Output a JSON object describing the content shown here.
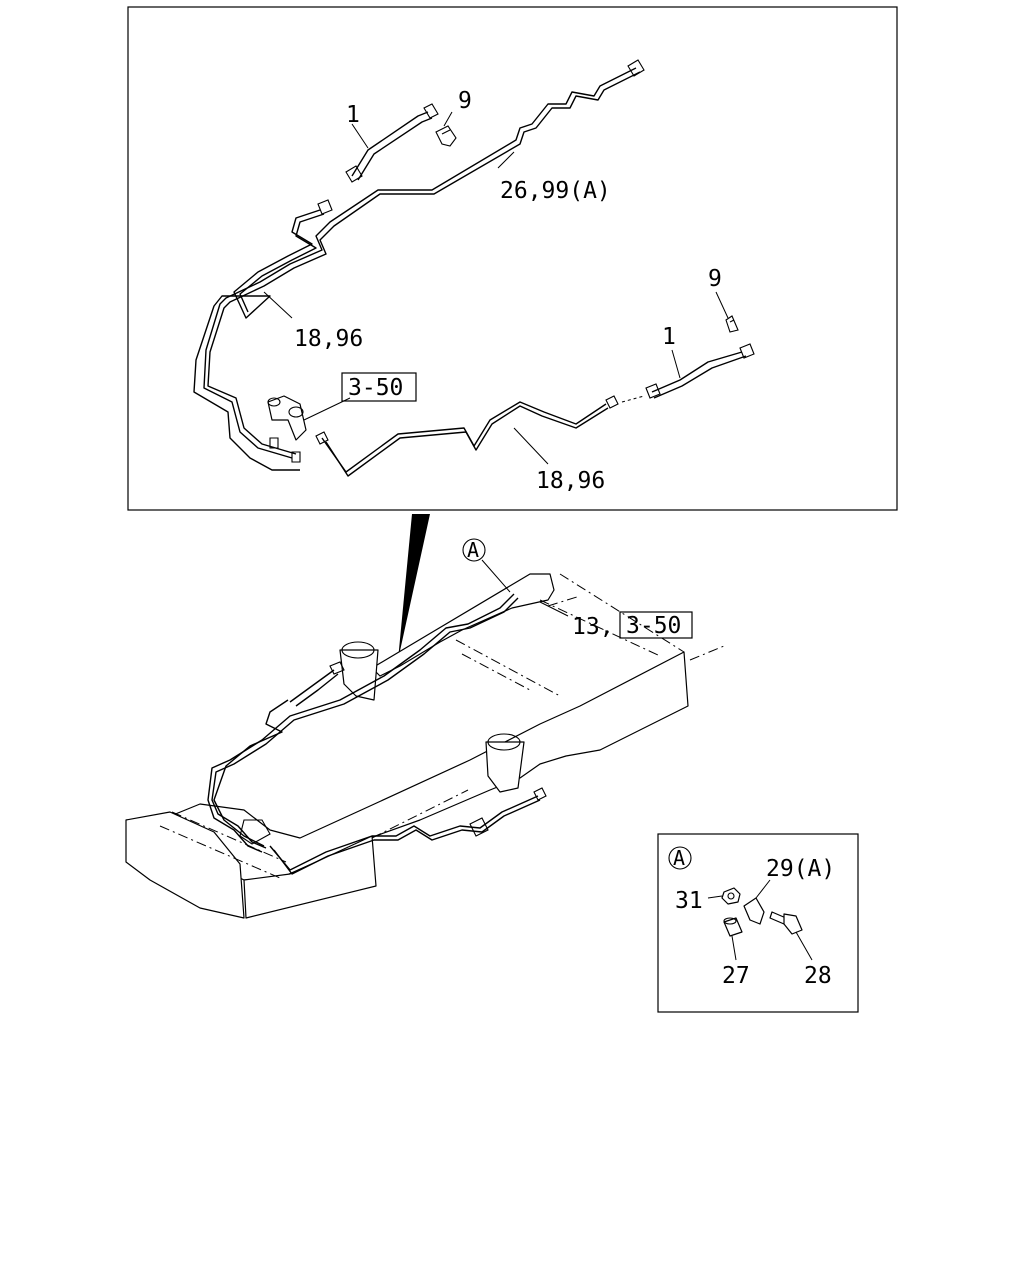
{
  "callouts": {
    "hose_top": "1",
    "clip_top": "9",
    "pipe_main": "26,99(A)",
    "pipe_left": "18,96",
    "ref_3_50_top": "3-50",
    "clip_right": "9",
    "hose_right": "1",
    "pipe_bottom": "18,96",
    "view_a_frame": "A",
    "item_13": "13,",
    "ref_3_50_frame": "3-50"
  },
  "detail_a": {
    "view": "A",
    "bracket": "29(A)",
    "nut": "31",
    "collar": "27",
    "bolt": "28"
  }
}
